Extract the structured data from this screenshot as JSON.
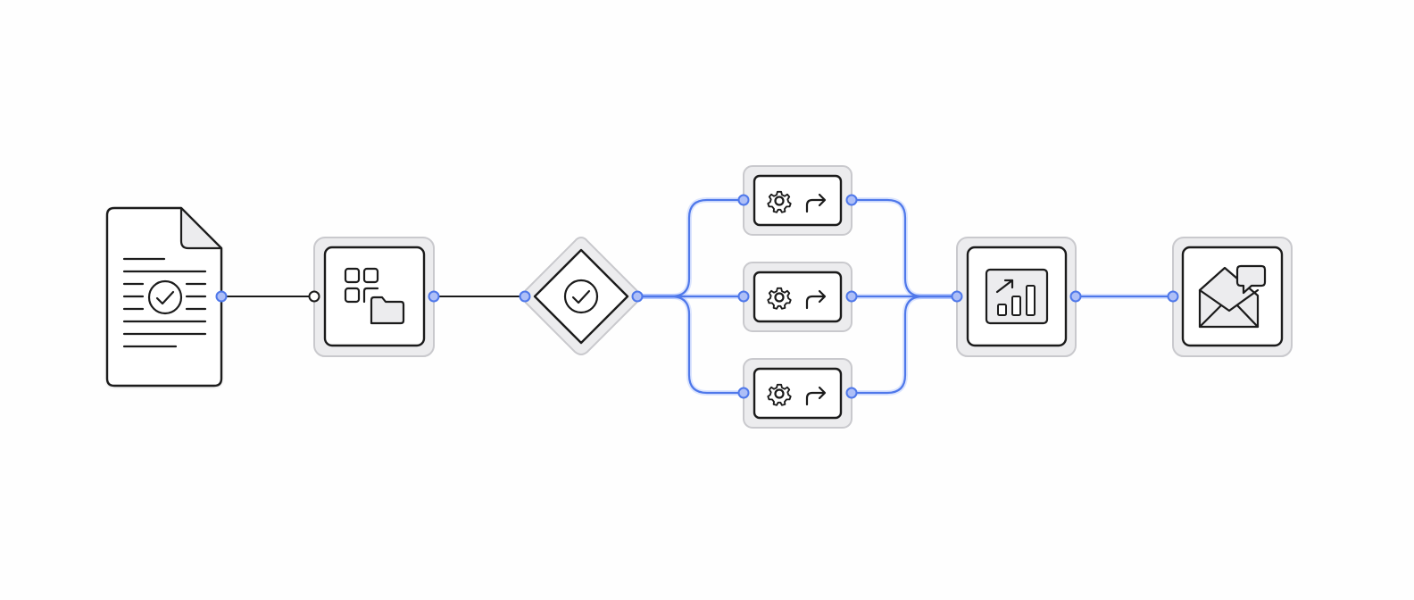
{
  "diagram": {
    "type": "workflow-pipeline",
    "colors": {
      "active_wire": "#4f78ea",
      "port_fill": "#aebff7",
      "node_shell": "#ececee",
      "node_border": "#c9c9cd",
      "ink": "#1b1b1b"
    },
    "nodes": [
      {
        "id": "document",
        "icon": "document-check-icon"
      },
      {
        "id": "organize",
        "icon": "apps-folder-icon"
      },
      {
        "id": "approval-gateway",
        "icon": "check-circle-icon"
      },
      {
        "id": "process-1",
        "icon": "gear-forward-icon"
      },
      {
        "id": "process-2",
        "icon": "gear-forward-icon"
      },
      {
        "id": "process-3",
        "icon": "gear-forward-icon"
      },
      {
        "id": "analytics",
        "icon": "chart-trend-icon"
      },
      {
        "id": "notify",
        "icon": "mail-chat-icon"
      }
    ],
    "edges": [
      {
        "from": "document",
        "to": "organize",
        "state": "idle"
      },
      {
        "from": "organize",
        "to": "approval-gateway",
        "state": "idle"
      },
      {
        "from": "approval-gateway",
        "to": "process-1",
        "state": "active"
      },
      {
        "from": "approval-gateway",
        "to": "process-2",
        "state": "active"
      },
      {
        "from": "approval-gateway",
        "to": "process-3",
        "state": "active"
      },
      {
        "from": "process-1",
        "to": "analytics",
        "state": "active"
      },
      {
        "from": "process-2",
        "to": "analytics",
        "state": "active"
      },
      {
        "from": "process-3",
        "to": "analytics",
        "state": "active"
      },
      {
        "from": "analytics",
        "to": "notify",
        "state": "active"
      }
    ]
  }
}
